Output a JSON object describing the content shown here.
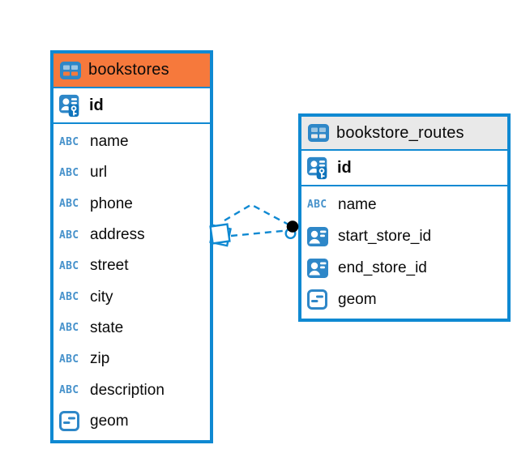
{
  "diagram": {
    "icons": {
      "text_type_label": "ABC"
    },
    "colors": {
      "accent_blue": "#0F89D2",
      "icon_blue": "#2E87C8",
      "bookstores_header": "#F6793C",
      "routes_header": "#E9E9E9",
      "relationship_marker_dot": "#000000"
    },
    "tables": {
      "bookstores": {
        "title": "bookstores",
        "primary_key": {
          "name": "id"
        },
        "columns": [
          {
            "name": "name",
            "type_icon": "text-type-icon"
          },
          {
            "name": "url",
            "type_icon": "text-type-icon"
          },
          {
            "name": "phone",
            "type_icon": "text-type-icon"
          },
          {
            "name": "address",
            "type_icon": "text-type-icon"
          },
          {
            "name": "street",
            "type_icon": "text-type-icon"
          },
          {
            "name": "city",
            "type_icon": "text-type-icon"
          },
          {
            "name": "state",
            "type_icon": "text-type-icon"
          },
          {
            "name": "zip",
            "type_icon": "text-type-icon"
          },
          {
            "name": "description",
            "type_icon": "text-type-icon"
          },
          {
            "name": "geom",
            "type_icon": "geometry-type-icon"
          }
        ]
      },
      "bookstore_routes": {
        "title": "bookstore_routes",
        "primary_key": {
          "name": "id"
        },
        "columns": [
          {
            "name": "name",
            "type_icon": "text-type-icon"
          },
          {
            "name": "start_store_id",
            "type_icon": "reference-type-icon"
          },
          {
            "name": "end_store_id",
            "type_icon": "reference-type-icon"
          },
          {
            "name": "geom",
            "type_icon": "geometry-type-icon"
          }
        ]
      }
    },
    "relationships": {
      "edge_count": 2,
      "line_style": "dashed",
      "source_marker": "stacked-squares",
      "target_marker": "black-dot"
    }
  }
}
